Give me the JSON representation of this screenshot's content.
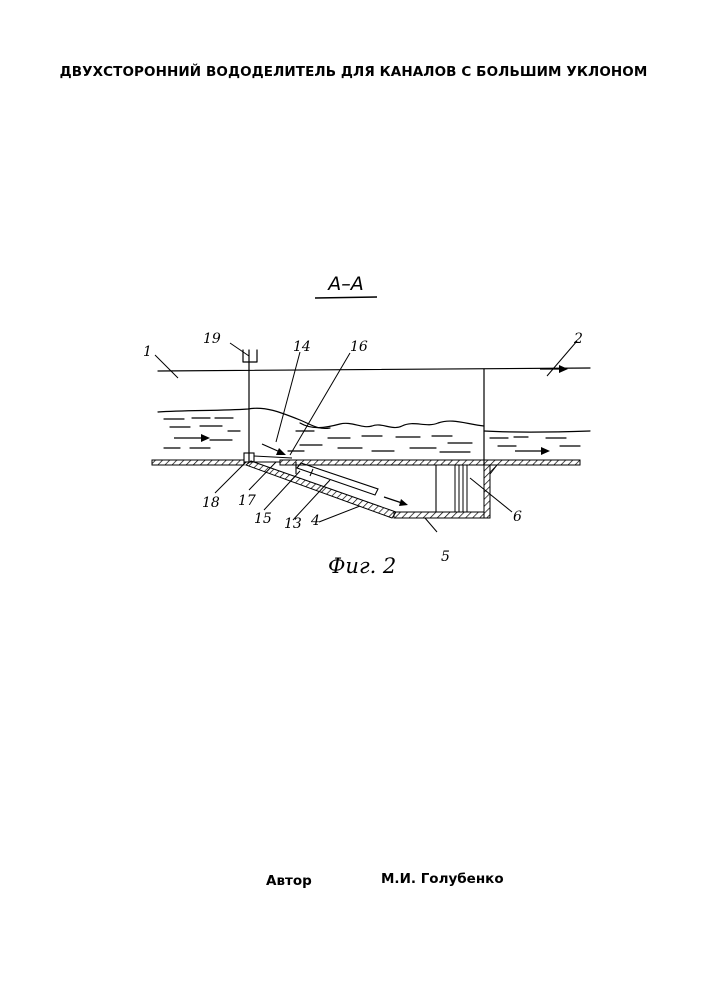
{
  "document": {
    "title": "ДВУХСТОРОННИЙ ВОДОДЕЛИТЕЛЬ ДЛЯ КАНАЛОВ С БОЛЬШИМ УКЛОНОМ"
  },
  "drawing": {
    "section_label": "А–А",
    "figure_caption": "Фиг. 2",
    "callouts": {
      "c1": "1",
      "c2": "2",
      "c4": "4",
      "c5": "5",
      "c6": "6",
      "c13": "13",
      "c14": "14",
      "c15": "15",
      "c16": "16",
      "c17": "17",
      "c18": "18",
      "c19": "19"
    }
  },
  "footer": {
    "author_label": "Автор",
    "author_name": "М.И. Голубенко"
  }
}
